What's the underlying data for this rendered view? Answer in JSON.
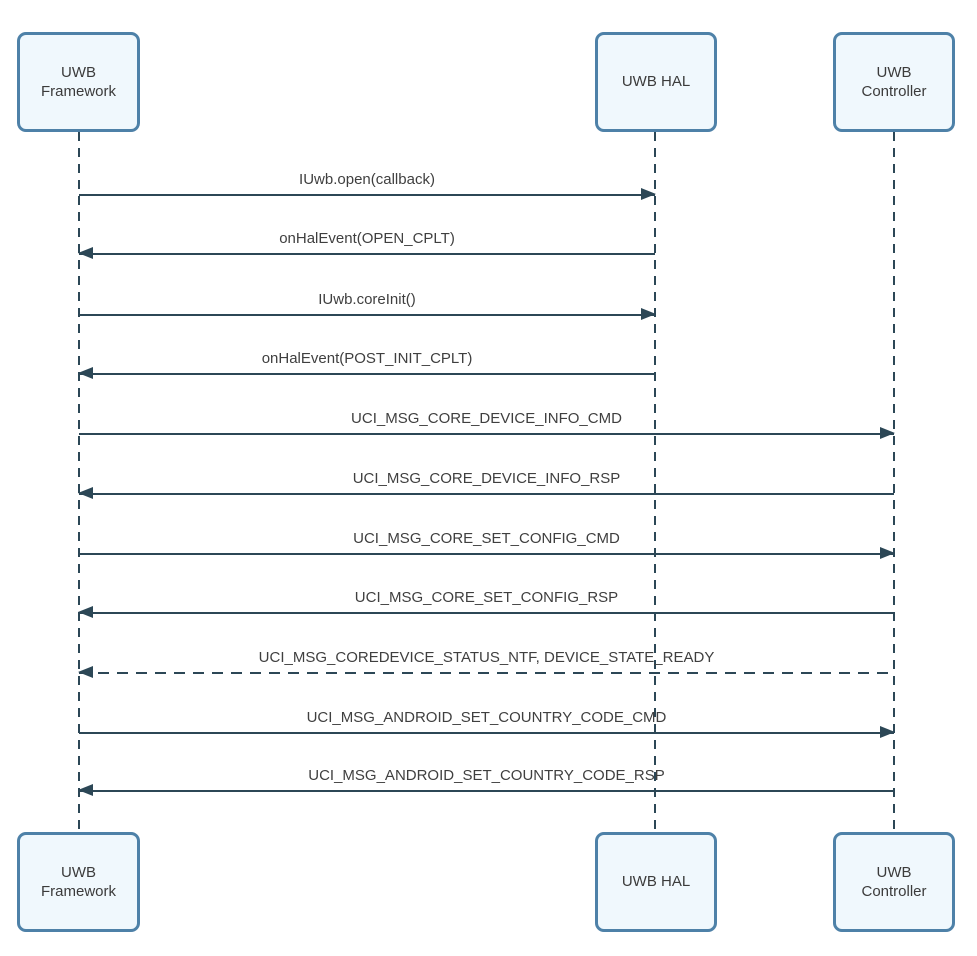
{
  "diagram": {
    "type": "sequence-diagram",
    "colors": {
      "actor_fill": "#f0f8fd",
      "actor_border": "#4e81a8",
      "line": "#2c4756",
      "text": "#3b3b3b"
    }
  },
  "actors": [
    {
      "id": "uwb-framework",
      "label": "UWB Framework"
    },
    {
      "id": "uwb-hal",
      "label": "UWB HAL"
    },
    {
      "id": "uwb-controller",
      "label": "UWB Controller"
    }
  ],
  "messages": [
    {
      "label": "IUwb.open(callback)",
      "from": "uwb-framework",
      "to": "uwb-hal",
      "style": "solid",
      "direction": "right"
    },
    {
      "label": "onHalEvent(OPEN_CPLT)",
      "from": "uwb-hal",
      "to": "uwb-framework",
      "style": "solid",
      "direction": "left"
    },
    {
      "label": "IUwb.coreInit()",
      "from": "uwb-framework",
      "to": "uwb-hal",
      "style": "solid",
      "direction": "right"
    },
    {
      "label": "onHalEvent(POST_INIT_CPLT)",
      "from": "uwb-hal",
      "to": "uwb-framework",
      "style": "solid",
      "direction": "left"
    },
    {
      "label": "UCI_MSG_CORE_DEVICE_INFO_CMD",
      "from": "uwb-framework",
      "to": "uwb-controller",
      "style": "solid",
      "direction": "right"
    },
    {
      "label": "UCI_MSG_CORE_DEVICE_INFO_RSP",
      "from": "uwb-controller",
      "to": "uwb-framework",
      "style": "solid",
      "direction": "left"
    },
    {
      "label": "UCI_MSG_CORE_SET_CONFIG_CMD",
      "from": "uwb-framework",
      "to": "uwb-controller",
      "style": "solid",
      "direction": "right"
    },
    {
      "label": "UCI_MSG_CORE_SET_CONFIG_RSP",
      "from": "uwb-controller",
      "to": "uwb-framework",
      "style": "solid",
      "direction": "left"
    },
    {
      "label": "UCI_MSG_COREDEVICE_STATUS_NTF, DEVICE_STATE_READY",
      "from": "uwb-controller",
      "to": "uwb-framework",
      "style": "dashed",
      "direction": "left"
    },
    {
      "label": "UCI_MSG_ANDROID_SET_COUNTRY_CODE_CMD",
      "from": "uwb-framework",
      "to": "uwb-controller",
      "style": "solid",
      "direction": "right"
    },
    {
      "label": "UCI_MSG_ANDROID_SET_COUNTRY_CODE_RSP",
      "from": "uwb-controller",
      "to": "uwb-framework",
      "style": "solid",
      "direction": "left"
    }
  ]
}
